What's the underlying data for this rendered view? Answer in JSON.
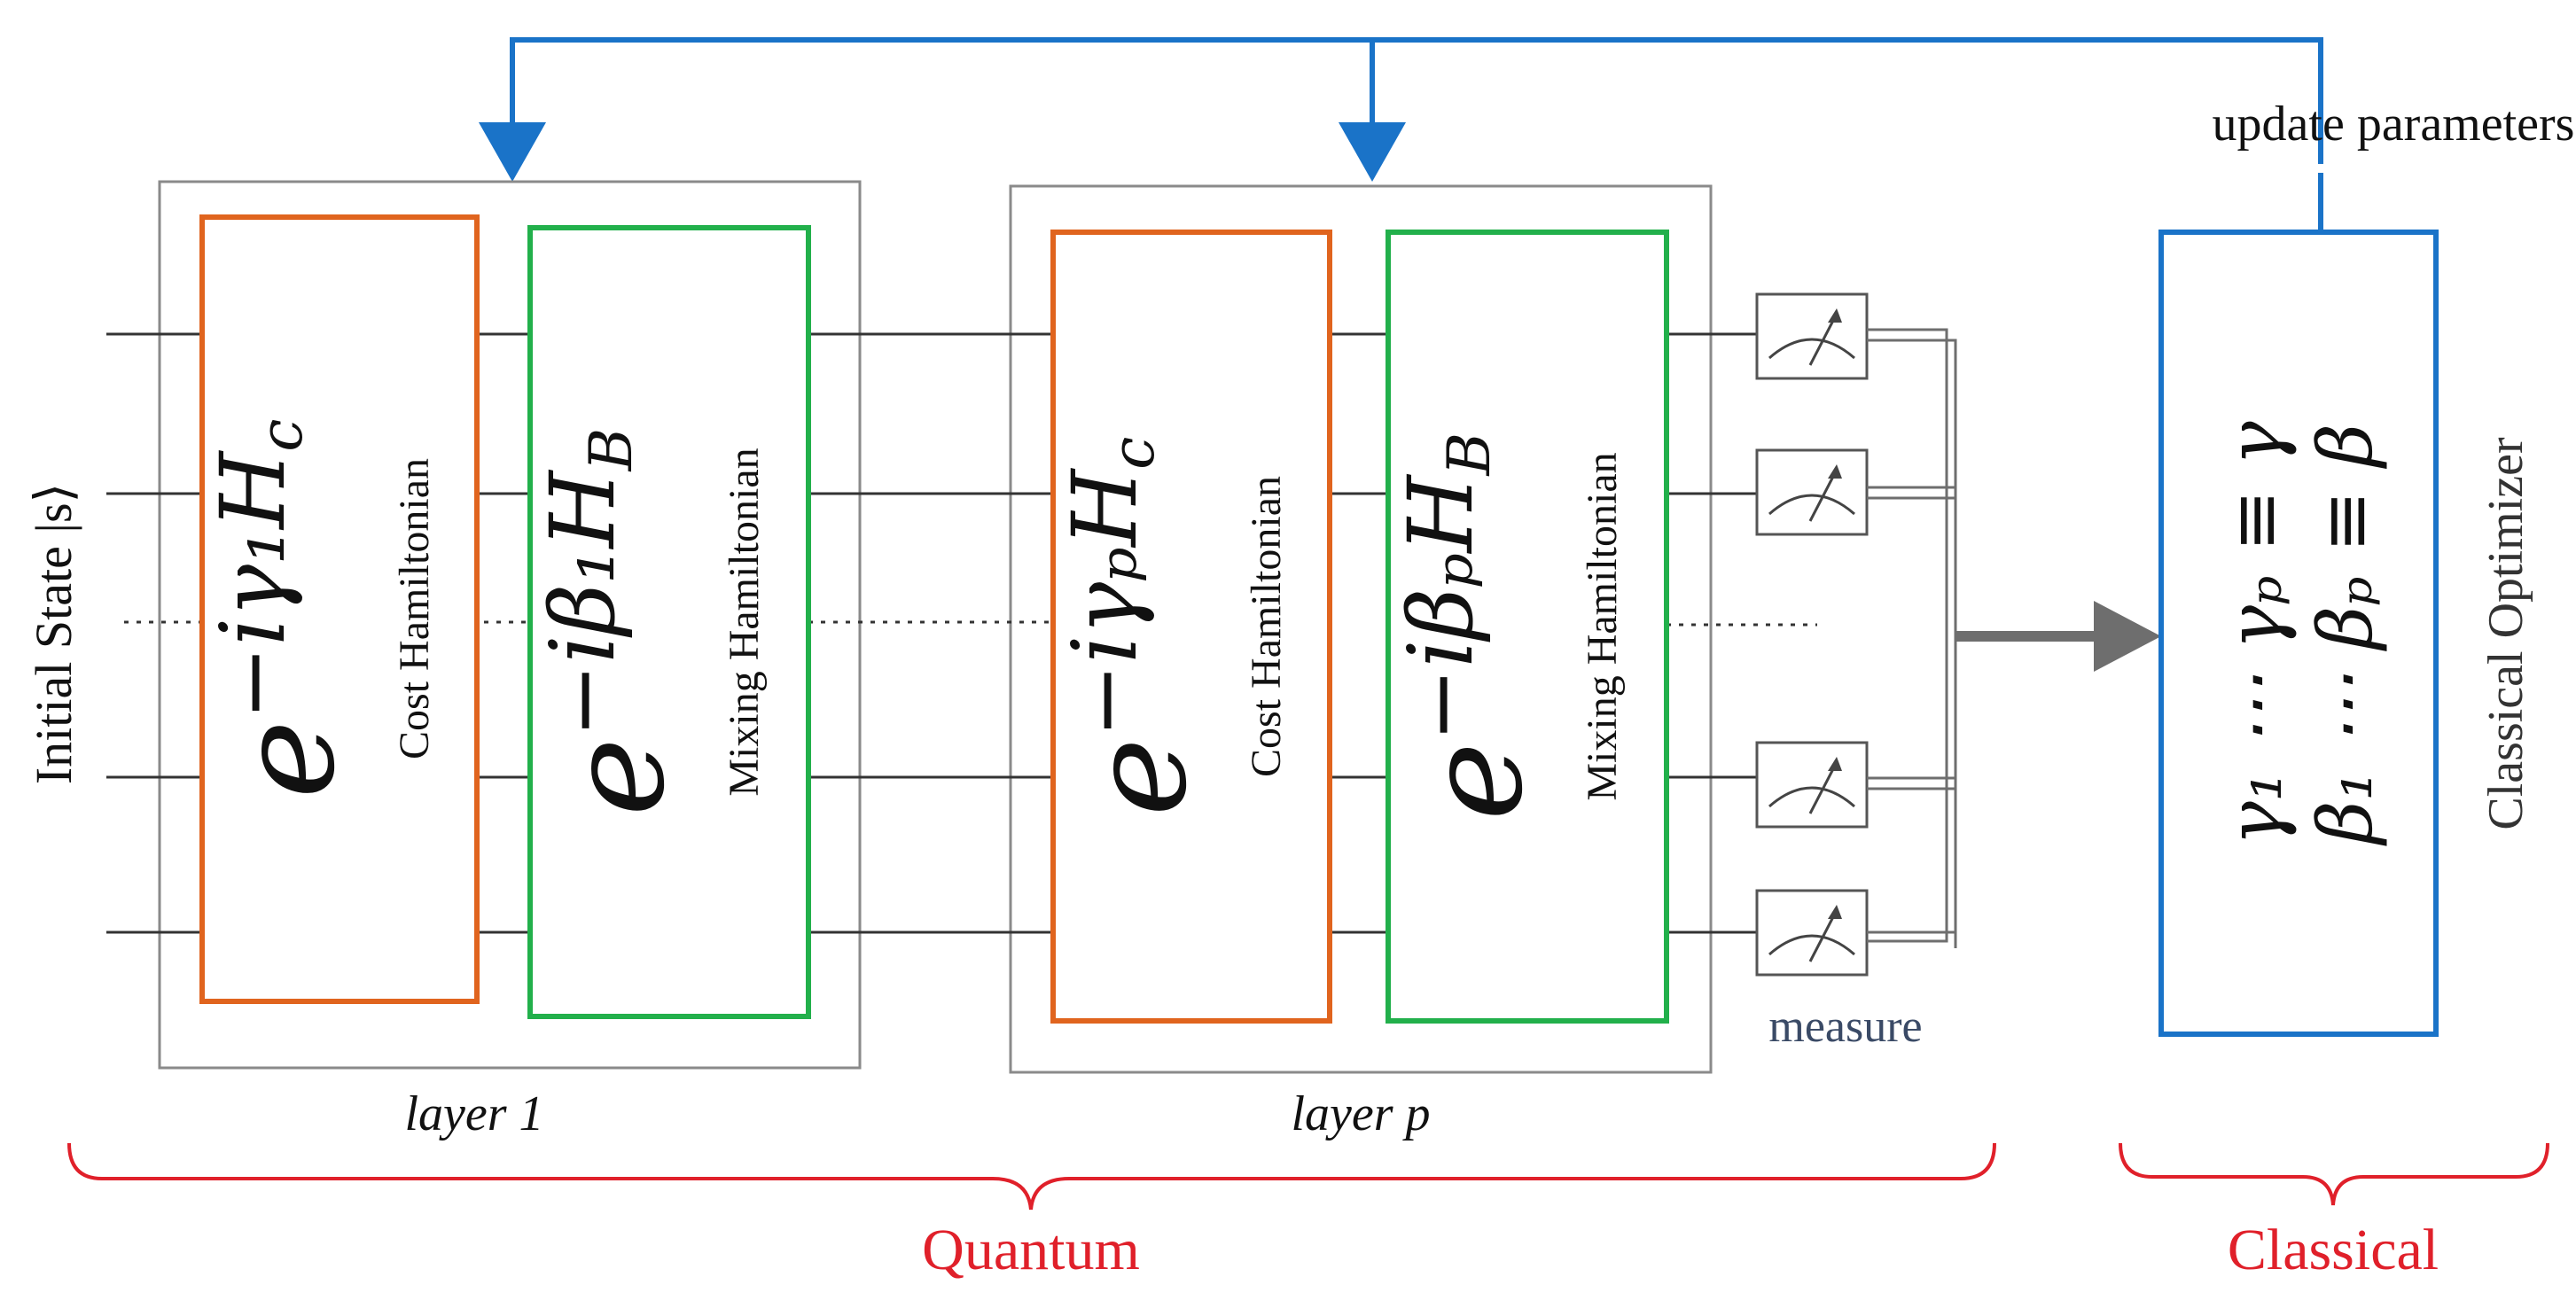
{
  "colors": {
    "feedback": "#1a73c8",
    "cost_gate": "#e0641e",
    "mixing_gate": "#22b04b",
    "optimizer_box": "#1a73c8",
    "brace": "#e0202a",
    "wire": "#333333",
    "layer_frame": "#8a8a8a",
    "arrow_gray": "#6e6e6e",
    "measure_label": "#3a4a66"
  },
  "labels": {
    "initial_state": "Initial State |s⟩",
    "update_parameters": "update parameters",
    "measure": "measure",
    "layer_1": "layer 1",
    "layer_p": "layer p",
    "quantum": "Quantum",
    "classical": "Classical",
    "classical_optimizer": "Classical Optimizer"
  },
  "layer1": {
    "cost": {
      "exp_base": "e",
      "exponent": "−iγ₁H",
      "subscript": "c",
      "caption": "Cost Hamiltonian"
    },
    "mixing": {
      "exp_base": "e",
      "exponent": "−iβ₁H",
      "subscript": "B",
      "caption": "Mixing Hamiltonian"
    }
  },
  "layerp": {
    "cost": {
      "exp_base": "e",
      "exponent": "−iγₚH",
      "subscript": "c",
      "caption": "Cost Hamiltonian"
    },
    "mixing": {
      "exp_base": "e",
      "exponent": "−iβₚH",
      "subscript": "B",
      "caption": "Mixing Hamiltonian"
    }
  },
  "optimizer": {
    "gamma_line": "γ₁ ⋯ γₚ ≡ γ",
    "beta_line": "β₁ ⋯ βₚ ≡ β"
  },
  "icons": {
    "meter": "measurement-meter-icon",
    "arrowhead": "arrowhead-icon"
  }
}
